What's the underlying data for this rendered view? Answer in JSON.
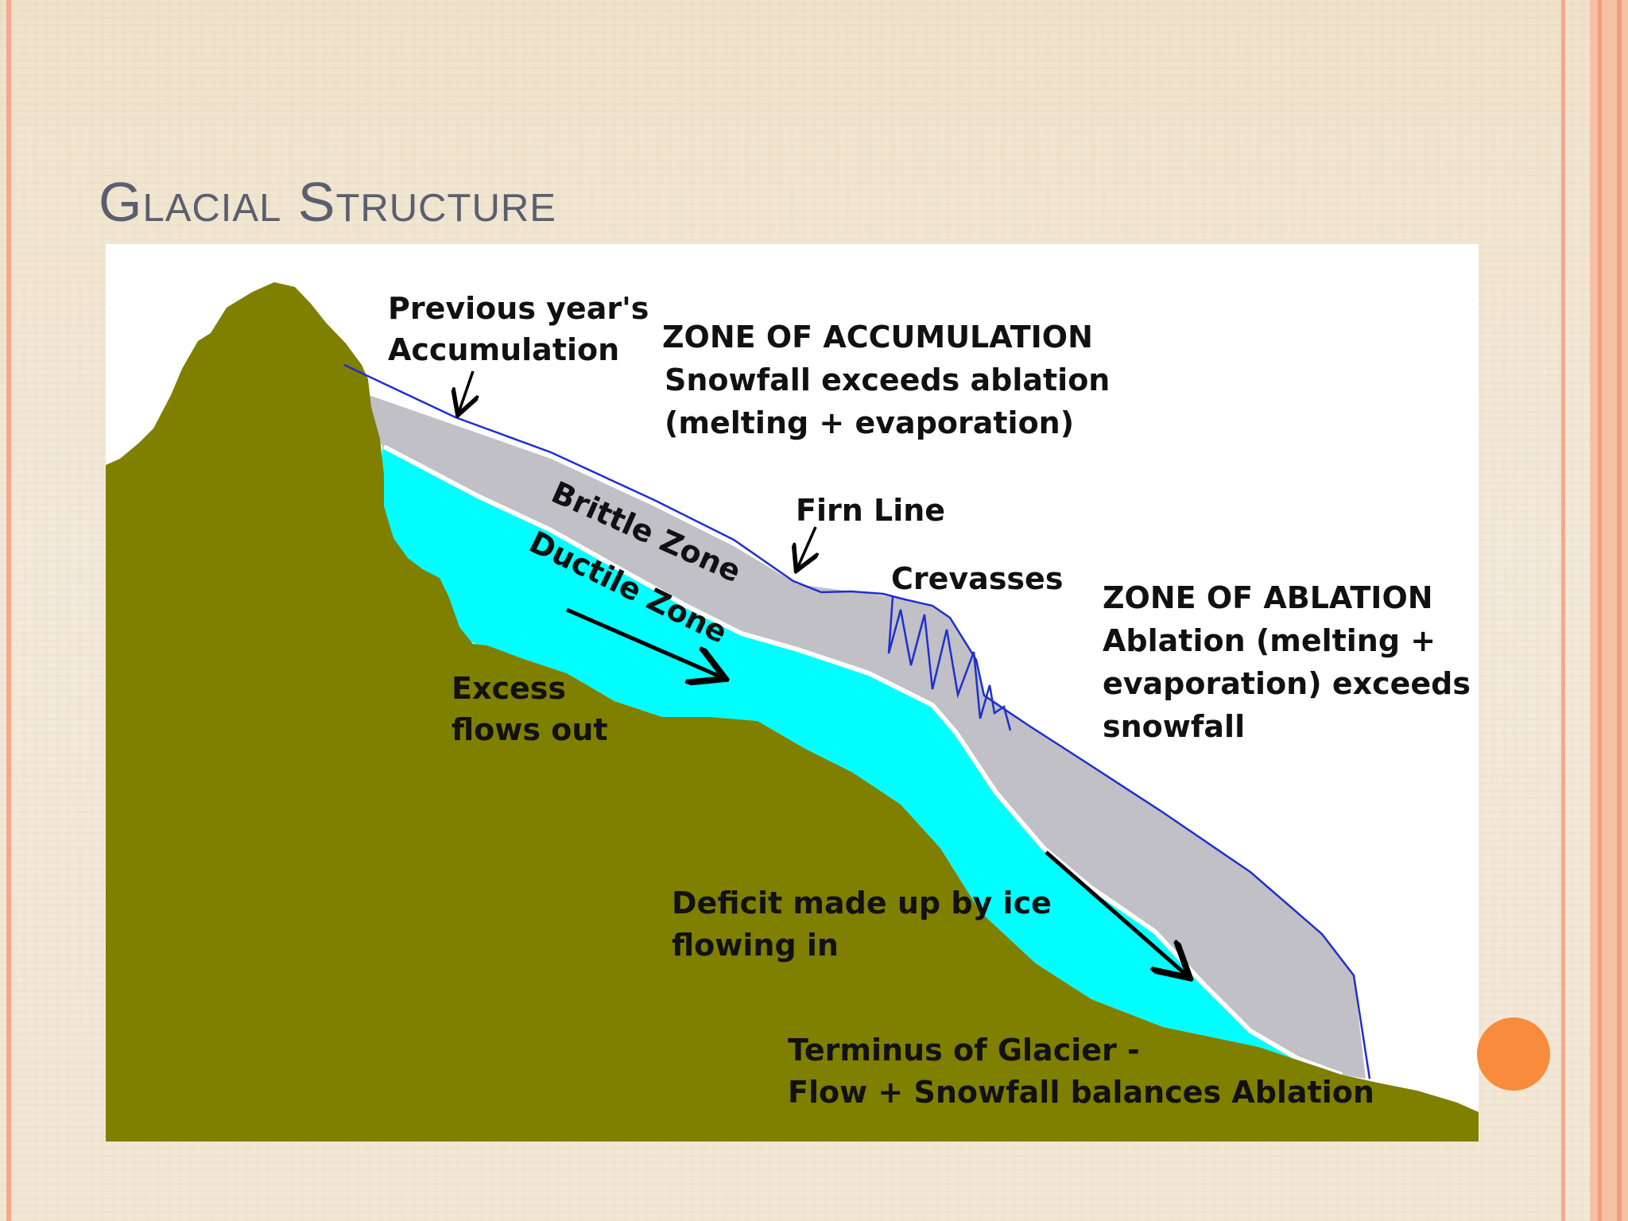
{
  "slide": {
    "title": "Glacial Structure"
  },
  "diagram": {
    "labels": {
      "previous_year_line1": "Previous year's",
      "previous_year_line2": "Accumulation",
      "zone_accumulation_title": "ZONE OF ACCUMULATION",
      "zone_accumulation_line1": "Snowfall exceeds ablation",
      "zone_accumulation_line2": "(melting + evaporation)",
      "firn_line": "Firn Line",
      "crevasses": "Crevasses",
      "zone_ablation_title": "ZONE OF ABLATION",
      "zone_ablation_line1": "Ablation (melting +",
      "zone_ablation_line2": "evaporation) exceeds",
      "zone_ablation_line3": "snowfall",
      "brittle_zone": "Brittle Zone",
      "ductile_zone": "Ductile Zone",
      "excess_line1": "Excess",
      "excess_line2": "flows out",
      "deficit_line1": "Deficit made up by ice",
      "deficit_line2": "flowing in",
      "terminus_line1": "Terminus of Glacier -",
      "terminus_line2": "Flow + Snowfall balances Ablation"
    },
    "colors": {
      "bedrock": "#7f7f00",
      "brittle_ice": "#c0c0c6",
      "ductile_ice": "#00ffff",
      "snow_surface_line": "#1f2fd0",
      "background": "#ffffff"
    }
  },
  "decoration": {
    "accent_color": "#f98b3c",
    "frame_color": "#f4a98c"
  }
}
